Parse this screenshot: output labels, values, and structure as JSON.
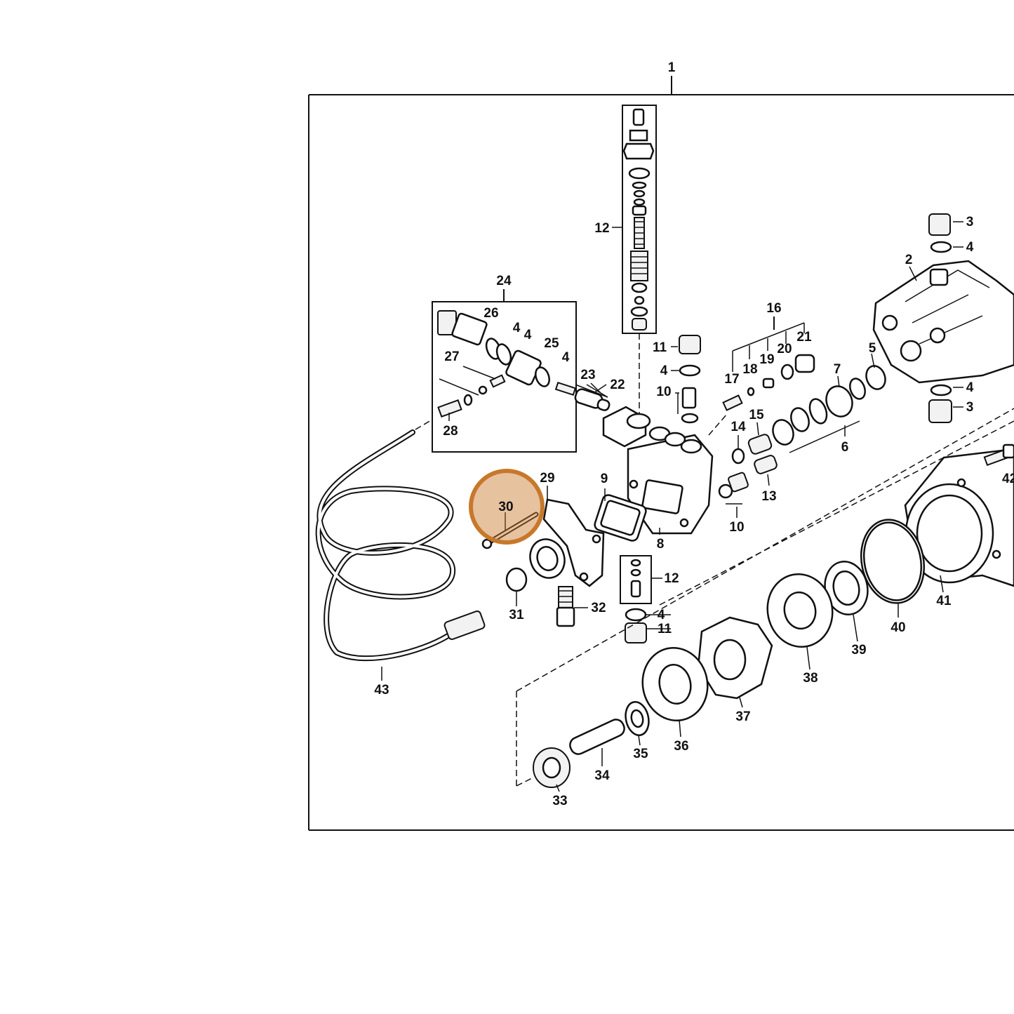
{
  "callouts": {
    "c1": "1",
    "c2": "2",
    "c3a": "3",
    "c3b": "3",
    "c4a": "4",
    "c4b": "4",
    "c4c": "4",
    "c4d": "4",
    "c4e": "4",
    "c4f": "4",
    "c4g": "4",
    "c5": "5",
    "c6": "6",
    "c7": "7",
    "c8": "8",
    "c9": "9",
    "c10a": "10",
    "c10b": "10",
    "c11a": "11",
    "c11b": "11",
    "c12a": "12",
    "c12b": "12",
    "c13": "13",
    "c14": "14",
    "c15": "15",
    "c16": "16",
    "c17": "17",
    "c18": "18",
    "c19": "19",
    "c20": "20",
    "c21": "21",
    "c22": "22",
    "c23": "23",
    "c24": "24",
    "c25": "25",
    "c26": "26",
    "c27": "27",
    "c28": "28",
    "c29": "29",
    "c30": "30",
    "c31": "31",
    "c32": "32",
    "c33": "33",
    "c34": "34",
    "c35": "35",
    "c36": "36",
    "c37": "37",
    "c38": "38",
    "c39": "39",
    "c40": "40",
    "c41": "41",
    "c42": "42",
    "c43": "43"
  },
  "highlight": {
    "part": "30",
    "color": "#c8782a"
  }
}
